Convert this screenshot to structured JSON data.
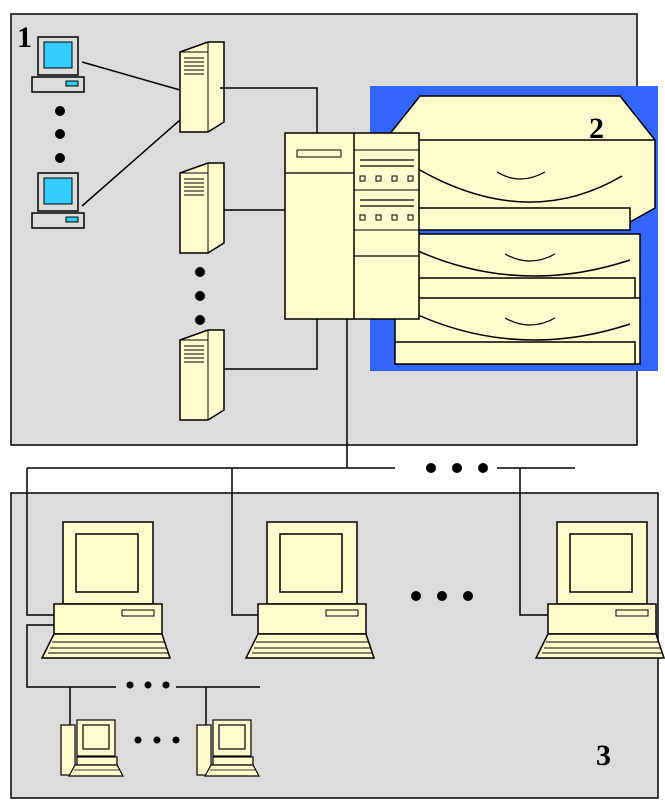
{
  "diagram": {
    "labels": {
      "region_1": "1",
      "region_2": "2",
      "region_3": "3"
    },
    "ellipsis_top_left_terminals": "•\n•\n•",
    "ellipsis_top_servers": "•\n•\n•",
    "ellipsis_bus": "• • •",
    "ellipsis_workstations": "• • •",
    "ellipsis_subnet_bus": "• • •",
    "ellipsis_small_pcs": "• • •"
  },
  "colors": {
    "panel_fill": "#dcdcdc",
    "device_fill": "#fffbcc",
    "storage_highlight": "#3366ff",
    "terminal_screen": "#33ccff",
    "outline": "#000000"
  }
}
